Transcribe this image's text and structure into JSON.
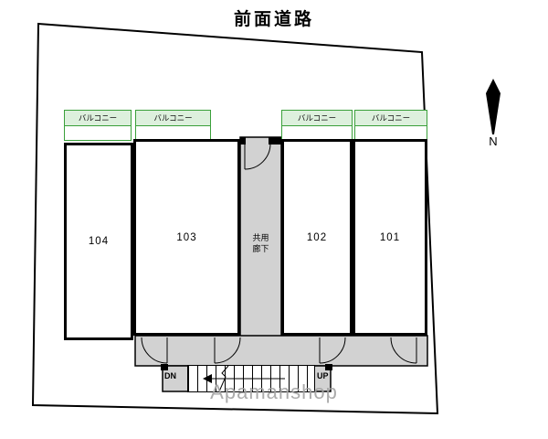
{
  "front_road_label": "前面道路",
  "compass": {
    "north_label": "N"
  },
  "balconies": [
    {
      "label": "バルコニー"
    },
    {
      "label": "バルコニー"
    },
    {
      "label": "バルコニー"
    },
    {
      "label": "バルコニー"
    }
  ],
  "units": [
    {
      "number": "104"
    },
    {
      "number": "103"
    },
    {
      "number": "102"
    },
    {
      "number": "101"
    }
  ],
  "corridor": {
    "label": "共用廊下"
  },
  "stairs": {
    "down": "DN",
    "up": "UP"
  },
  "watermark": "Apamanshop",
  "colors": {
    "balcony_border": "#3aa03a",
    "balcony_fill": "#ddf0dd",
    "floor_gray": "#d2d2d2",
    "wall_black": "#000000",
    "watermark_gray": "#a3a3a3"
  }
}
